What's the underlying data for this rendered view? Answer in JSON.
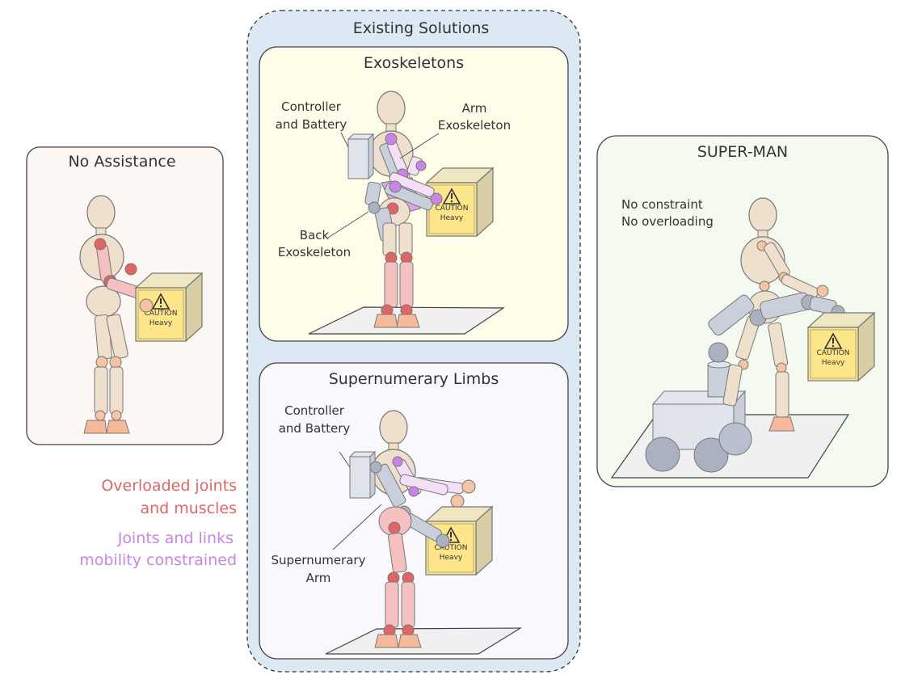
{
  "colors": {
    "no_assistance_bg": "#fdf7f3",
    "existing_group_bg": "#dce8f4",
    "exoskeleton_bg": "#fdfde9",
    "supernumerary_bg": "#f8f8fd",
    "superman_bg": "#f4faef",
    "skin": "#efdfcd",
    "overload_red": "#e06666",
    "constraint_purple": "#c984e6",
    "device_gray": "#b8c0cf",
    "caution_yellow": "#fde58a"
  },
  "no_assistance": {
    "title": "No Assistance"
  },
  "existing_solutions": {
    "title": "Existing Solutions",
    "exoskeletons": {
      "title": "Exoskeletons",
      "controller_line1": "Controller",
      "controller_line2": "and Battery",
      "arm_line1": "Arm",
      "arm_line2": "Exoskeleton",
      "back_line1": "Back",
      "back_line2": "Exoskeleton"
    },
    "supernumerary": {
      "title": "Supernumerary Limbs",
      "controller_line1": "Controller",
      "controller_line2": "and Battery",
      "arm_line1": "Supernumerary",
      "arm_line2": "Arm"
    }
  },
  "superman": {
    "title": "SUPER-MAN",
    "note_line1": "No constraint",
    "note_line2": "No overloading"
  },
  "legend": {
    "overload_line1": "Overloaded joints",
    "overload_line2": "and muscles",
    "constraint_line1": "Joints and links",
    "constraint_line2": "mobility constrained"
  },
  "box": {
    "line1": "CAUTION",
    "line2": "Heavy"
  }
}
